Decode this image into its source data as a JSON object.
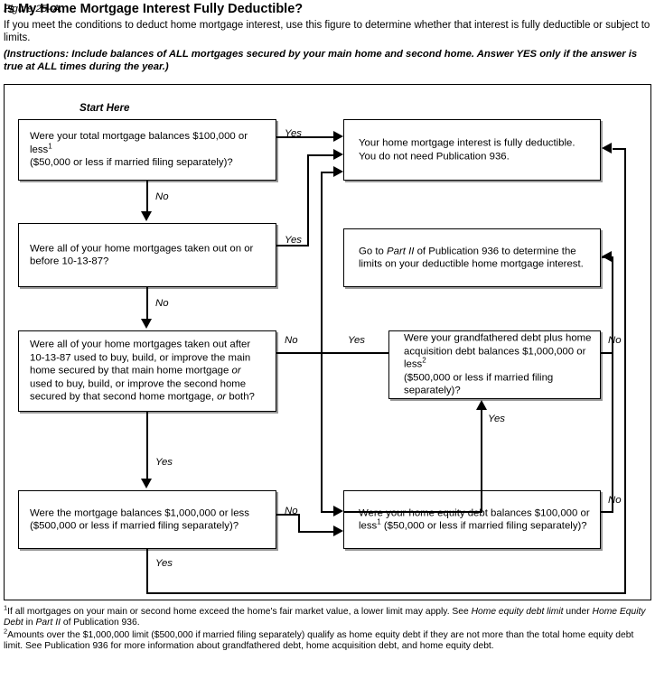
{
  "header": {
    "figure_label": "Figure 25–A.",
    "figure_title": "Is My Home Mortgage Interest Fully Deductible?",
    "intro": "If you meet the conditions to deduct home mortgage interest, use this figure to determine whether that interest is fully deductible or subject to limits.",
    "instructions": "(Instructions: Include balances of ALL mortgages secured by your main home and second home. Answer YES only if the answer is true at ALL times during the year.)"
  },
  "start_here": "Start Here",
  "boxes": {
    "q1": "Were your total mortgage balances $100,000 or less¹ ($50,000 or less if married filing separately)?",
    "q1_line1": "Were your total mortgage balances $100,000 or less",
    "q1_line1_sup": "1",
    "q1_line2": "($50,000 or less if married filing separately)?",
    "q2_line1": "Were all of your home mortgages taken out on or",
    "q2_line2": "before 10-13-87?",
    "q3_line1": "Were all of your home mortgages taken out after",
    "q3_line2": "10-13-87 used to buy, build, or improve the main",
    "q3_line3a": "home secured by that main home mortgage ",
    "q3_line3b": "or",
    "q3_line4": "used to buy, build, or improve the second home",
    "q3_line5a": "secured by that second home mortgage, ",
    "q3_line5b": "or",
    "q3_line5c": " both?",
    "q4_line1": "Were the mortgage balances $1,000,000 or less",
    "q4_line2": "($500,000 or less if married filing separately)?",
    "q5_line1": "Were your grandfathered debt plus home",
    "q5_line2": "acquisition debt balances $1,000,000 or less",
    "q5_line2_sup": "2",
    "q5_line3": "($500,000 or less if married filing separately)?",
    "q6_line1": "Were your home equity debt balances $100,000 or",
    "q6_line2a": "less",
    "q6_line2_sup": "1",
    "q6_line2b": " ($50,000 or less if married filing separately)?",
    "r1_line1": "Your home mortgage interest is fully deductible.",
    "r1_line2": "You do not need Publication 936.",
    "r2_line1a": "Go to ",
    "r2_line1b": "Part II",
    "r2_line1c": " of Publication 936 to determine the",
    "r2_line2": "limits on your deductible home mortgage interest."
  },
  "labels": {
    "yes": "Yes",
    "no": "No"
  },
  "edge_labels": {
    "q1_yes": "Yes",
    "q1_no": "No",
    "q2_yes": "Yes",
    "q2_no": "No",
    "q3_no": "No",
    "q3_yes": "Yes",
    "q4_no": "No",
    "q4_yes": "Yes",
    "q5_yes": "Yes",
    "q5_no": "No",
    "q6_no": "No"
  },
  "footnotes": {
    "fn1_sup": "1",
    "fn1_a": "If all mortgages on your main or second home exceed the home's fair market value, a lower limit may apply. See ",
    "fn1_b": "Home equity debt limit",
    "fn1_c": " under ",
    "fn1_d": "Home Equity Debt",
    "fn1_e": " in ",
    "fn1_f": "Part II",
    "fn1_g": " of Publication 936.",
    "fn2_sup": "2",
    "fn2_a": "Amounts over the $1,000,000 limit ($500,000 if married filing separately) qualify as home equity debt if they are not more than the total home equity debt limit. See Publication 936 for more information about grandfathered debt, home acquisition debt, and home equity debt."
  }
}
